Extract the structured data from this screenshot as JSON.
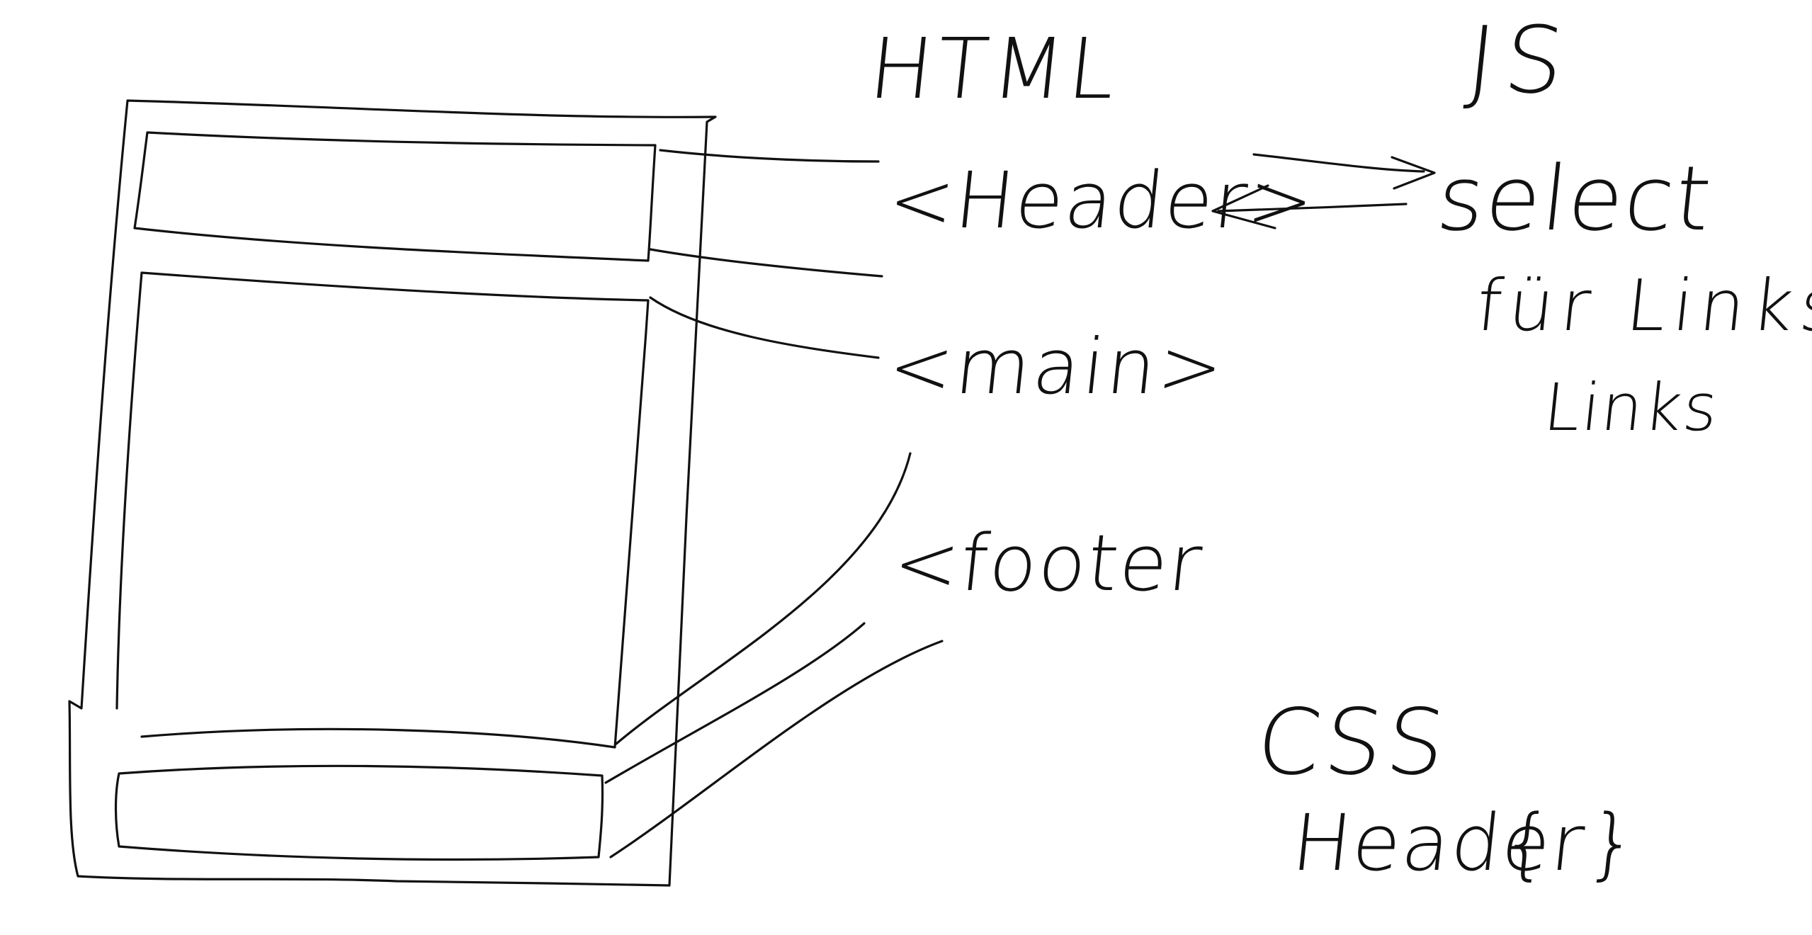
{
  "labels": {
    "html": "HTML",
    "header_tag": "<Header>",
    "main_tag": "<main>",
    "footer_tag": "<footer",
    "js": "JS",
    "select": "select",
    "links_line1": "für Links",
    "links_line2": "Links",
    "css": "CSS",
    "css_header": "Header",
    "css_braces": "{ }"
  },
  "colors": {
    "ink": "#111111",
    "background": "#ffffff"
  }
}
